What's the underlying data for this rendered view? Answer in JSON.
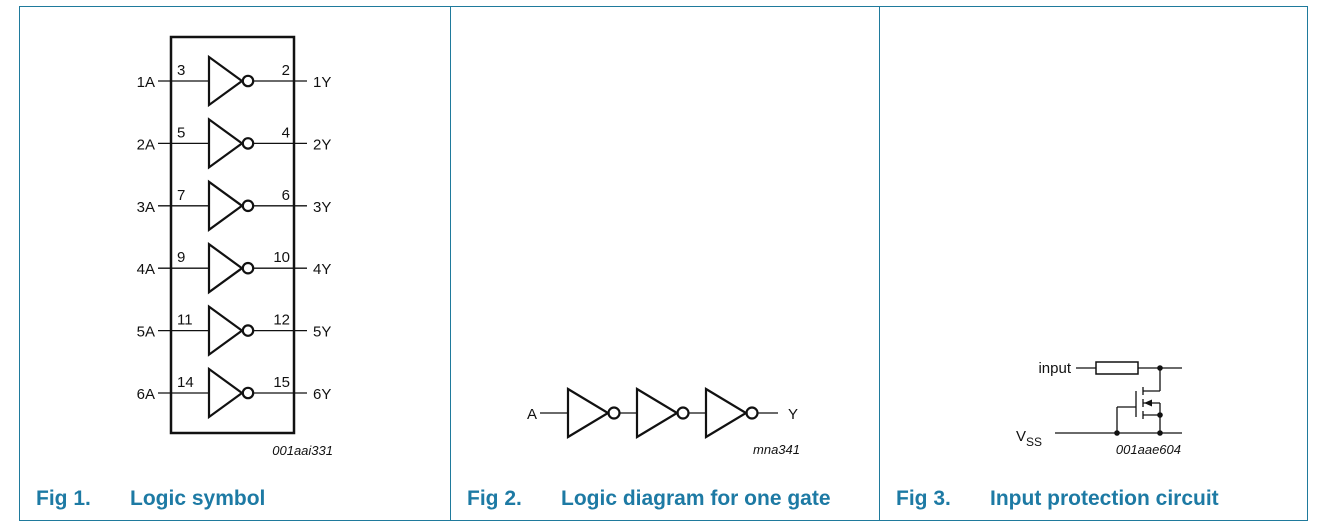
{
  "fig1": {
    "number": "Fig 1.",
    "title": "Logic symbol",
    "code": "001aai331",
    "gates": [
      {
        "in": "1A",
        "in_pin": "3",
        "out": "1Y",
        "out_pin": "2"
      },
      {
        "in": "2A",
        "in_pin": "5",
        "out": "2Y",
        "out_pin": "4"
      },
      {
        "in": "3A",
        "in_pin": "7",
        "out": "3Y",
        "out_pin": "6"
      },
      {
        "in": "4A",
        "in_pin": "9",
        "out": "4Y",
        "out_pin": "10"
      },
      {
        "in": "5A",
        "in_pin": "11",
        "out": "5Y",
        "out_pin": "12"
      },
      {
        "in": "6A",
        "in_pin": "14",
        "out": "6Y",
        "out_pin": "15"
      }
    ]
  },
  "fig2": {
    "number": "Fig 2.",
    "title": "Logic diagram for one gate",
    "input": "A",
    "output": "Y",
    "code": "mna341"
  },
  "fig3": {
    "number": "Fig 3.",
    "title": "Input protection circuit",
    "input": "input",
    "vss_main": "V",
    "vss_sub": "SS",
    "code": "001aae604"
  },
  "colors": {
    "accent": "#1d7aa4",
    "border": "#1f7a9c",
    "line": "#111111"
  }
}
